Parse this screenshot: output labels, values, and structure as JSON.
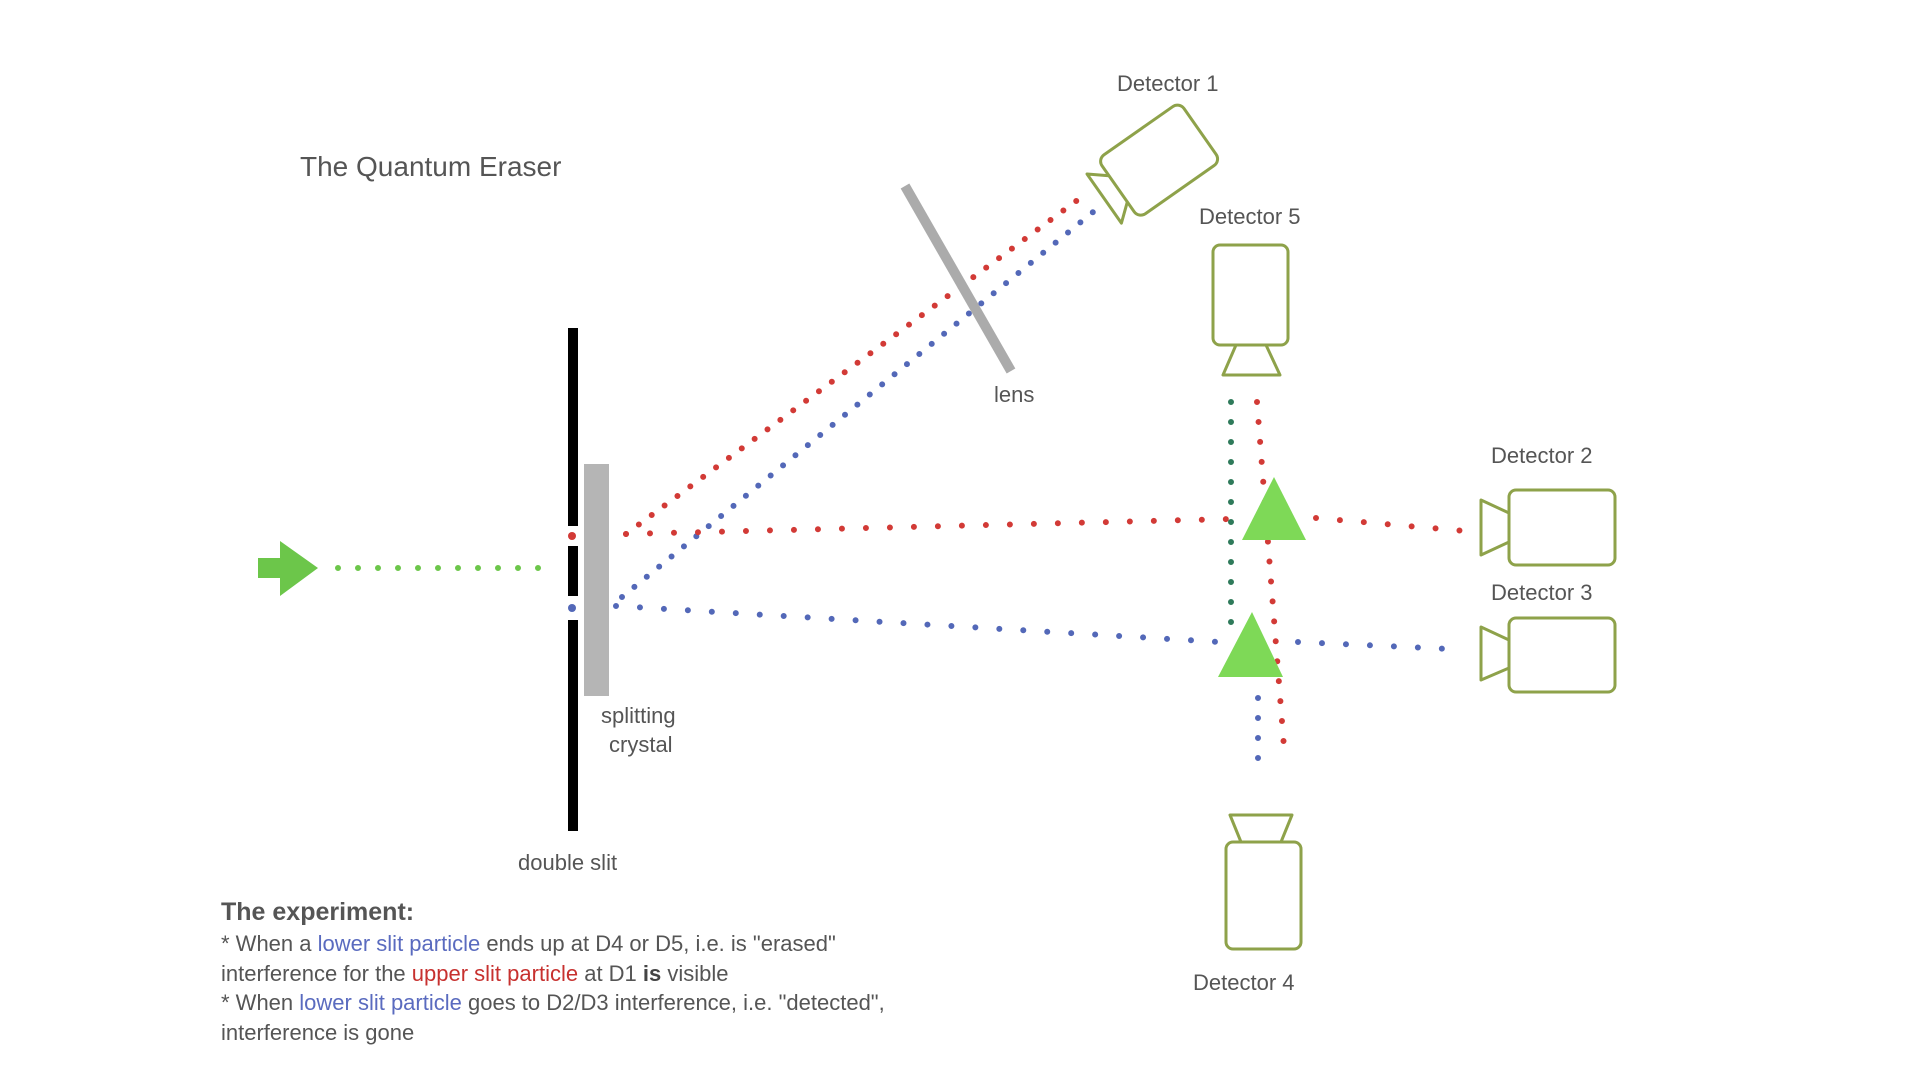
{
  "title": "The Quantum Eraser",
  "labels": {
    "detector1": "Detector 1",
    "detector2": "Detector 2",
    "detector3": "Detector 3",
    "detector4": "Detector 4",
    "detector5": "Detector 5",
    "lens": "lens",
    "crystal_line1": "splitting",
    "crystal_line2": "crystal",
    "double_slit": "double slit"
  },
  "notes": {
    "heading": "The experiment:",
    "l1_a": "* When a ",
    "l1_b": "lower slit particle",
    "l1_c": " ends up at D4 or D5, i.e. is \"erased\"",
    "l2_a": "interference for the ",
    "l2_b": "upper slit particle",
    "l2_c": " at D1 ",
    "l2_d": "is",
    "l2_e": " visible",
    "l3_a": "* When ",
    "l3_b": "lower slit particle",
    "l3_c": " goes to D2/D3 interference, i.e. \"detected\",",
    "l4": "interference is gone"
  },
  "colors": {
    "upper_beam": "#d23a36",
    "lower_beam": "#5368b8",
    "source_beam": "#6cc64a",
    "eraser_beam": "#2e7a5a",
    "detector": "#8ea24a",
    "splitter": "#7ed957",
    "slit": "#000000",
    "crystal": "#b5b5b5",
    "lens": "#ababab"
  }
}
